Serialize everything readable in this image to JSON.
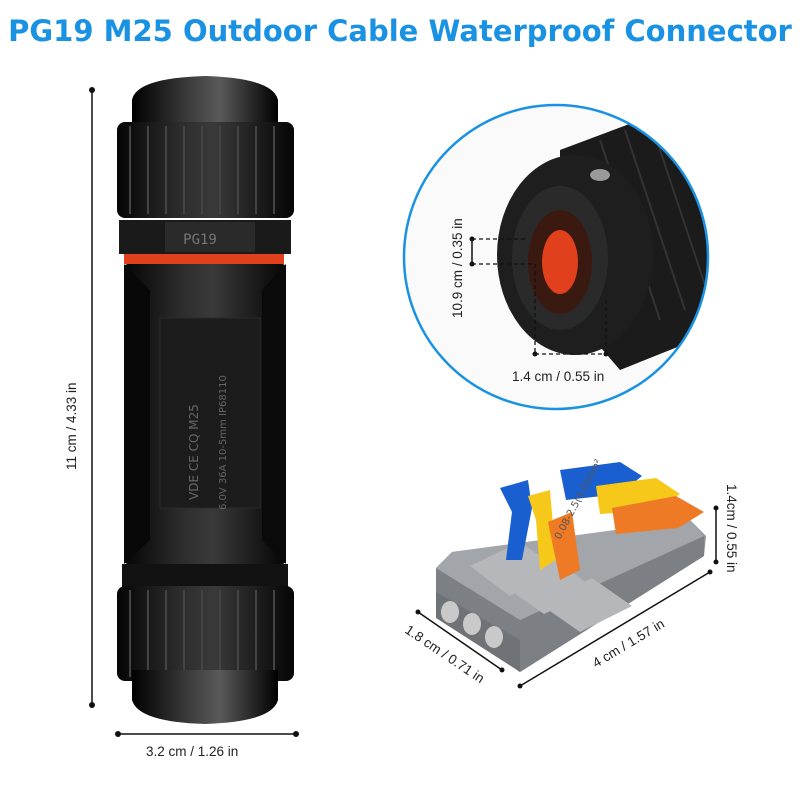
{
  "title": "PG19 M25 Outdoor Cable Waterproof Connector",
  "dimensions": {
    "height": "11 cm / 4.33 in",
    "width": "3.2 cm / 1.26 in",
    "hole_diameter": "10.9 cm / 0.35 in",
    "hole_width": "1.4 cm / 0.55 in",
    "block_height": "1.4cm / 0.55 in",
    "block_length": "4 cm / 1.57 in",
    "block_depth": "1.8 cm / 0.71 in"
  },
  "product_markings": {
    "nut_label": "PG19",
    "body_line1": "VDE CE CQ M25",
    "body_line2": "6.0V 36A 10-5mm IP68110",
    "terminal_label": "0.08-2.5(4.0)mm²"
  },
  "colors": {
    "title": "#1a92e3",
    "zoom_circle": "#1a92e3",
    "body": "#141414",
    "seal": "#e0401c",
    "terminal_body": "#8f9296",
    "lever_blue": "#1a5fd0",
    "lever_yellow": "#f5c81a",
    "lever_orange": "#ef7a25"
  }
}
